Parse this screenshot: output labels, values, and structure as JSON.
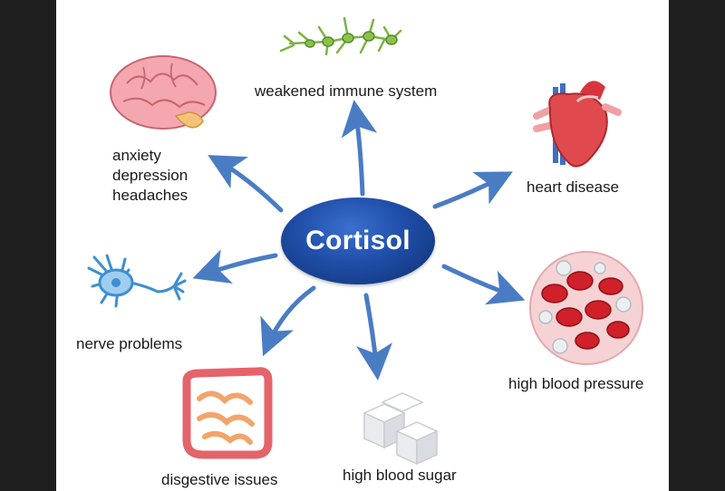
{
  "center": {
    "label": "Cortisol",
    "color": "#1f4ea8"
  },
  "arrow_color": "#4a7cc4",
  "nodes": [
    {
      "id": "immune",
      "label": "weakened immune system",
      "icon": "neuron-cells-icon"
    },
    {
      "id": "brain",
      "label_lines": [
        "anxiety",
        "depression",
        "headaches"
      ],
      "icon": "brain-icon"
    },
    {
      "id": "heart",
      "label": "heart disease",
      "icon": "heart-icon"
    },
    {
      "id": "nerve",
      "label": "nerve problems",
      "icon": "nerve-cell-icon"
    },
    {
      "id": "blood",
      "label": "high blood pressure",
      "icon": "blood-cells-icon"
    },
    {
      "id": "digest",
      "label": "disgestive issues",
      "icon": "intestine-icon"
    },
    {
      "id": "sugar",
      "label": "high blood sugar",
      "icon": "sugar-cubes-icon"
    }
  ]
}
